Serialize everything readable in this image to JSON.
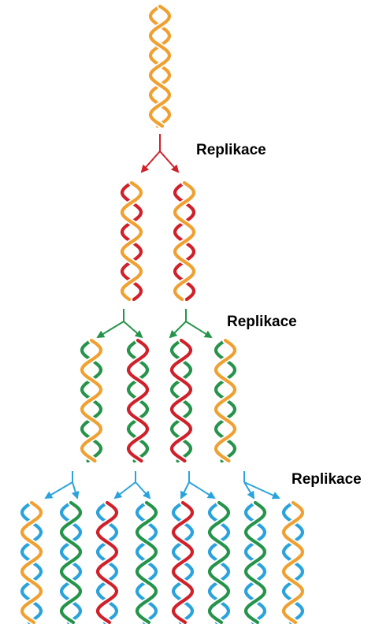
{
  "labels": {
    "generation_1": "Replikace",
    "generation_2": "Replikace",
    "generation_3": "Replikace"
  },
  "colors": {
    "original": "#f0a030",
    "generation_1": "#d0202a",
    "generation_2": "#25944a",
    "generation_3": "#2aa3dc"
  },
  "helices": [
    {
      "generation": 0,
      "strands": [
        "original",
        "original"
      ]
    },
    {
      "generation": 1,
      "strands": [
        "original",
        "generation_1"
      ]
    },
    {
      "generation": 1,
      "strands": [
        "original",
        "generation_1"
      ]
    },
    {
      "generation": 2,
      "strands": [
        "original",
        "generation_2"
      ]
    },
    {
      "generation": 2,
      "strands": [
        "generation_1",
        "generation_2"
      ]
    },
    {
      "generation": 2,
      "strands": [
        "generation_1",
        "generation_2"
      ]
    },
    {
      "generation": 2,
      "strands": [
        "original",
        "generation_2"
      ]
    },
    {
      "generation": 3,
      "strands": [
        "original",
        "generation_3"
      ]
    },
    {
      "generation": 3,
      "strands": [
        "generation_2",
        "generation_3"
      ]
    },
    {
      "generation": 3,
      "strands": [
        "generation_1",
        "generation_3"
      ]
    },
    {
      "generation": 3,
      "strands": [
        "generation_2",
        "generation_3"
      ]
    },
    {
      "generation": 3,
      "strands": [
        "generation_1",
        "generation_3"
      ]
    },
    {
      "generation": 3,
      "strands": [
        "generation_2",
        "generation_3"
      ]
    },
    {
      "generation": 3,
      "strands": [
        "generation_2",
        "generation_3"
      ]
    },
    {
      "generation": 3,
      "strands": [
        "original",
        "generation_3"
      ]
    }
  ]
}
